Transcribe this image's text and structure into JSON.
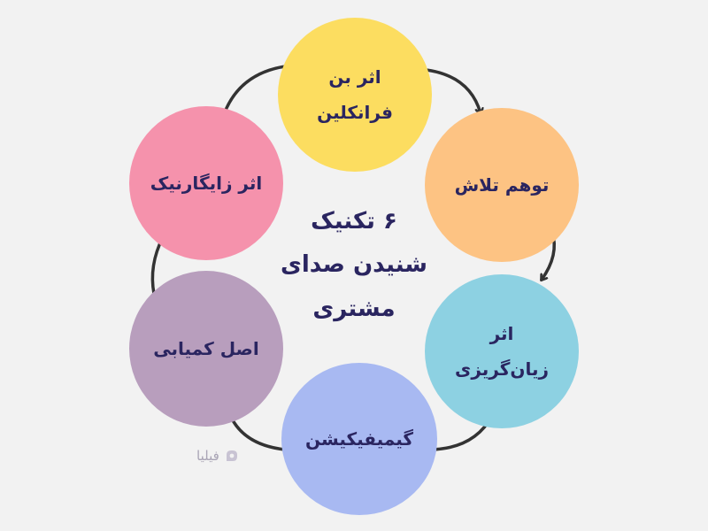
{
  "center_title": {
    "line1": "۶ تکنیک",
    "line2": "شنیدن صدای",
    "line3": "مشتری"
  },
  "nodes": [
    {
      "label_lines": [
        "اثر بن",
        "فرانکلین"
      ],
      "color": "#fcdd60"
    },
    {
      "label_lines": [
        "توهم تلاش"
      ],
      "color": "#fdc383"
    },
    {
      "label_lines": [
        "اثر",
        "زیان‌گریزی"
      ],
      "color": "#8dd1e2"
    },
    {
      "label_lines": [
        "گیمیفیکیشن"
      ],
      "color": "#a8b9f2"
    },
    {
      "label_lines": [
        "اصل کمیابی"
      ],
      "color": "#b89ebd"
    },
    {
      "label_lines": [
        "اثر زایگارنیک"
      ],
      "color": "#f592ac"
    }
  ],
  "logo": {
    "text": "فیلیا",
    "color": "#a9a4b5"
  },
  "arrow_color": "#333333"
}
